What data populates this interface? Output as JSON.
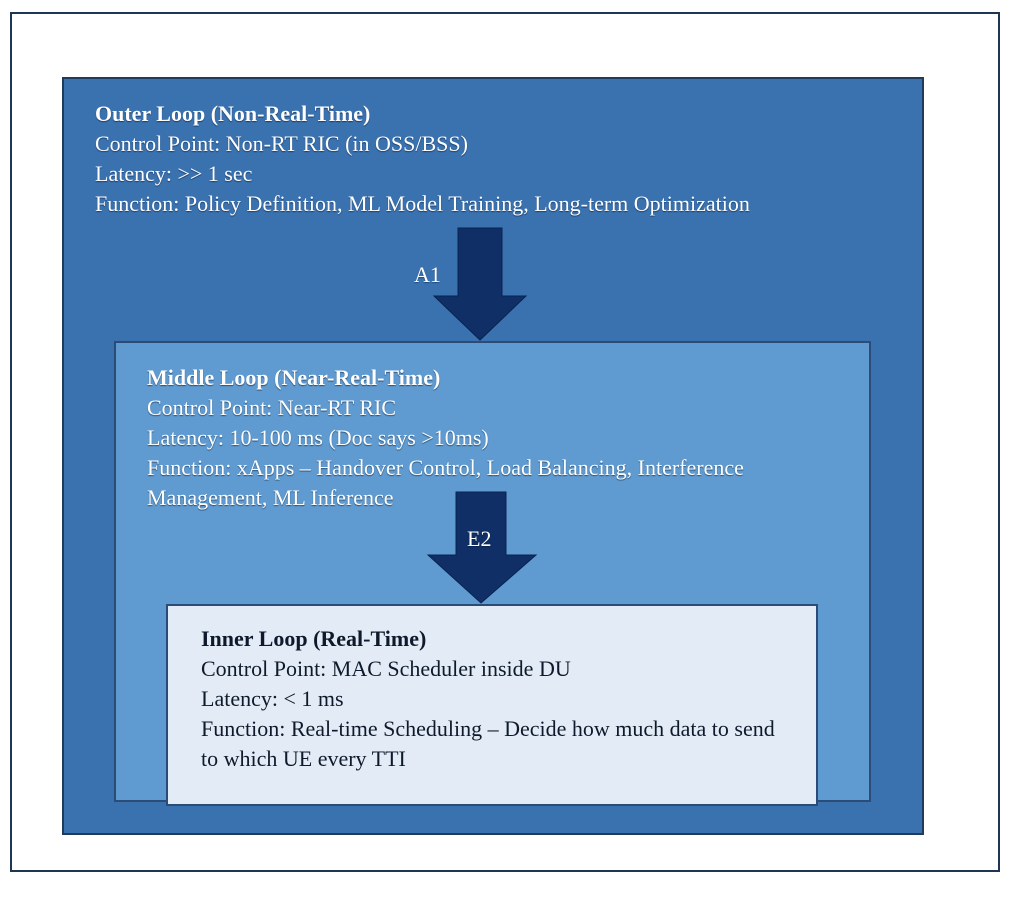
{
  "outer": {
    "title": "Outer Loop (Non-Real-Time)",
    "control_point": "Control Point: Non-RT RIC (in OSS/BSS)",
    "latency": "Latency: >> 1 sec",
    "function": "Function: Policy Definition, ML Model Training, Long-term Optimization"
  },
  "middle": {
    "title": "Middle Loop (Near-Real-Time)",
    "control_point": "Control Point: Near-RT RIC",
    "latency": "Latency: 10-100 ms (Doc says >10ms)",
    "function": "Function: xApps – Handover Control, Load Balancing, Interference Management, ML Inference"
  },
  "inner": {
    "title": "Inner Loop (Real-Time)",
    "control_point": "Control Point: MAC Scheduler inside DU",
    "latency": "Latency: < 1 ms",
    "function": "Function: Real-time Scheduling – Decide how much data to send to which UE every TTI"
  },
  "interfaces": {
    "a1": "A1",
    "e2": "E2"
  },
  "colors": {
    "outer_fill": "#3a72b0",
    "middle_fill": "#5f9bd0",
    "inner_fill": "#e3ecf6",
    "arrow": "#0f2f66"
  }
}
